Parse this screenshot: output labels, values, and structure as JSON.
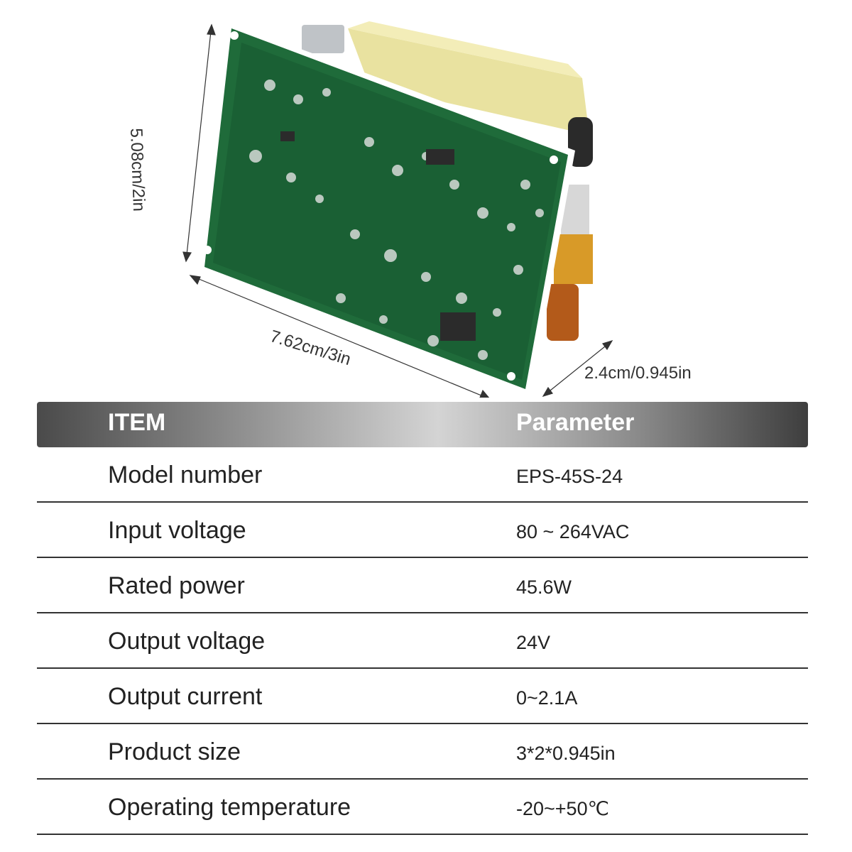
{
  "dimensions": {
    "height_label": "5.08cm/2in",
    "width_label": "7.62cm/3in",
    "depth_label": "2.4cm/0.945in"
  },
  "table": {
    "header_item": "ITEM",
    "header_parameter": "Parameter",
    "rows": [
      {
        "label": "Model number",
        "value": "EPS-45S-24"
      },
      {
        "label": "Input voltage",
        "value": "80 ~ 264VAC"
      },
      {
        "label": "Rated power",
        "value": "45.6W"
      },
      {
        "label": "Output voltage",
        "value": "24V"
      },
      {
        "label": "Output current",
        "value": "0~2.1A"
      },
      {
        "label": "Product size",
        "value": "3*2*0.945in"
      },
      {
        "label": "Operating temperature",
        "value": "-20~+50℃"
      }
    ]
  }
}
